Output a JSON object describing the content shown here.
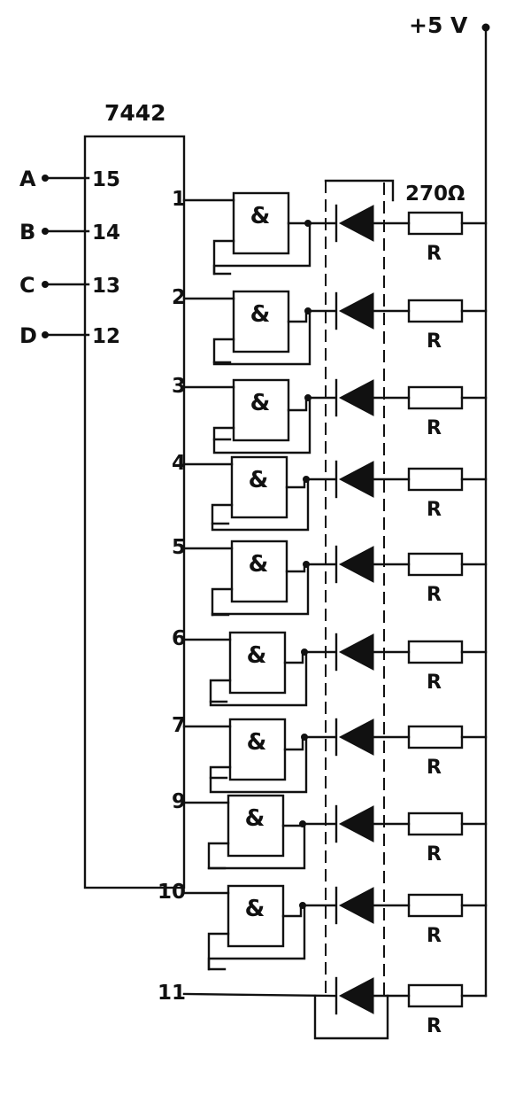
{
  "supply": {
    "label": "+5 V"
  },
  "ic": {
    "label": "7442"
  },
  "inputs": [
    {
      "label": "A",
      "pin": "15"
    },
    {
      "label": "B",
      "pin": "14"
    },
    {
      "label": "C",
      "pin": "13"
    },
    {
      "label": "D",
      "pin": "12"
    }
  ],
  "outputs": [
    "1",
    "2",
    "3",
    "4",
    "5",
    "6",
    "7",
    "9",
    "10",
    "11"
  ],
  "gate_symbol": "&",
  "resistor": {
    "label": "R",
    "value": "270Ω"
  }
}
